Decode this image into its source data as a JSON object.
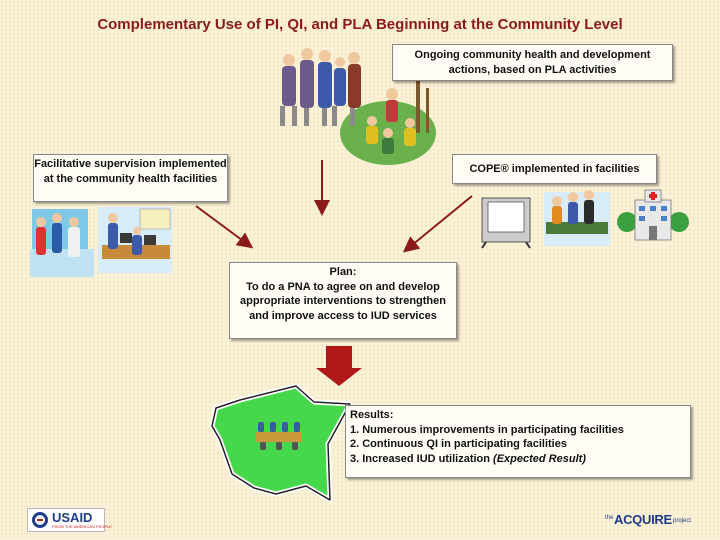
{
  "title": "Complementary Use of  PI, QI, and PLA Beginning at the Community Level",
  "boxes": {
    "pla": "Ongoing community health and development actions, based on PLA activities",
    "supervision": "Facilitative supervision implemented at the community health facilities",
    "cope": "COPE® implemented in facilities",
    "plan_heading": "Plan:",
    "plan_body": "To do a PNA to agree on and develop appropriate interventions to strengthen and improve access to IUD services",
    "results_heading": "Results:",
    "results_items": [
      "1.  Numerous improvements in participating facilities",
      "2.  Continuous QI in participating facilities",
      "3.  Increased IUD utilization "
    ],
    "results_expected": "(Expected Result)"
  },
  "logos": {
    "usaid": "USAID",
    "usaid_sub": "FROM THE AMERICAN PEOPLE",
    "acquire_prefix": "the",
    "acquire": "ACQUIRE",
    "acquire_suffix": "project"
  },
  "colors": {
    "title": "#8b1a1a",
    "arrow": "#8b1a1a",
    "down_arrow": "#b01818",
    "map_green": "#44d84a",
    "usaid_blue": "#1f3c88"
  },
  "icons": [
    "community-group-icon",
    "supervision-clipart-icon",
    "cope-clipart-icon",
    "facility-building-icon",
    "kenya-map-icon",
    "meeting-table-icon"
  ]
}
